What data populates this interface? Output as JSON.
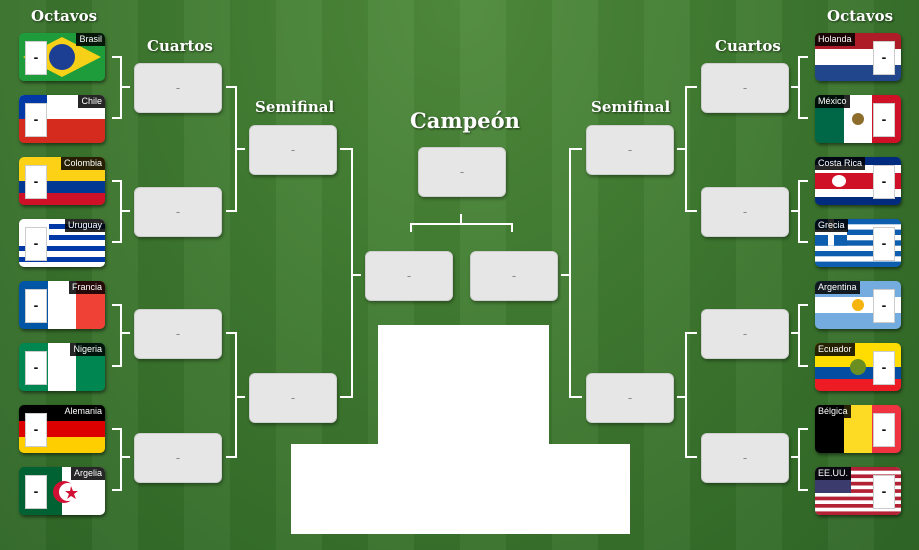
{
  "headers": {
    "octavos_left": "Octavos",
    "octavos_right": "Octavos",
    "cuartos_left": "Cuartos",
    "cuartos_right": "Cuartos",
    "semifinal_left": "Semifinal",
    "semifinal_right": "Semifinal",
    "campeon": "Campeón"
  },
  "placeholder": "-",
  "left_teams": [
    {
      "name": "Brasil",
      "score": "-",
      "flag": "brazil-flag-icon"
    },
    {
      "name": "Chile",
      "score": "-",
      "flag": "chile-flag-icon"
    },
    {
      "name": "Colombia",
      "score": "-",
      "flag": "colombia-flag-icon"
    },
    {
      "name": "Uruguay",
      "score": "-",
      "flag": "uruguay-flag-icon"
    },
    {
      "name": "Francia",
      "score": "-",
      "flag": "france-flag-icon"
    },
    {
      "name": "Nigeria",
      "score": "-",
      "flag": "nigeria-flag-icon"
    },
    {
      "name": "Alemania",
      "score": "-",
      "flag": "germany-flag-icon"
    },
    {
      "name": "Argelia",
      "score": "-",
      "flag": "algeria-flag-icon"
    }
  ],
  "right_teams": [
    {
      "name": "Holanda",
      "score": "-",
      "flag": "netherlands-flag-icon"
    },
    {
      "name": "México",
      "score": "-",
      "flag": "mexico-flag-icon"
    },
    {
      "name": "Costa Rica",
      "score": "-",
      "flag": "costa-rica-flag-icon"
    },
    {
      "name": "Grecia",
      "score": "-",
      "flag": "greece-flag-icon"
    },
    {
      "name": "Argentina",
      "score": "-",
      "flag": "argentina-flag-icon"
    },
    {
      "name": "Ecuador",
      "score": "-",
      "flag": "ecuador-flag-icon"
    },
    {
      "name": "Bélgica",
      "score": "-",
      "flag": "belgium-flag-icon"
    },
    {
      "name": "EE.UU.",
      "score": "-",
      "flag": "usa-flag-icon"
    }
  ]
}
